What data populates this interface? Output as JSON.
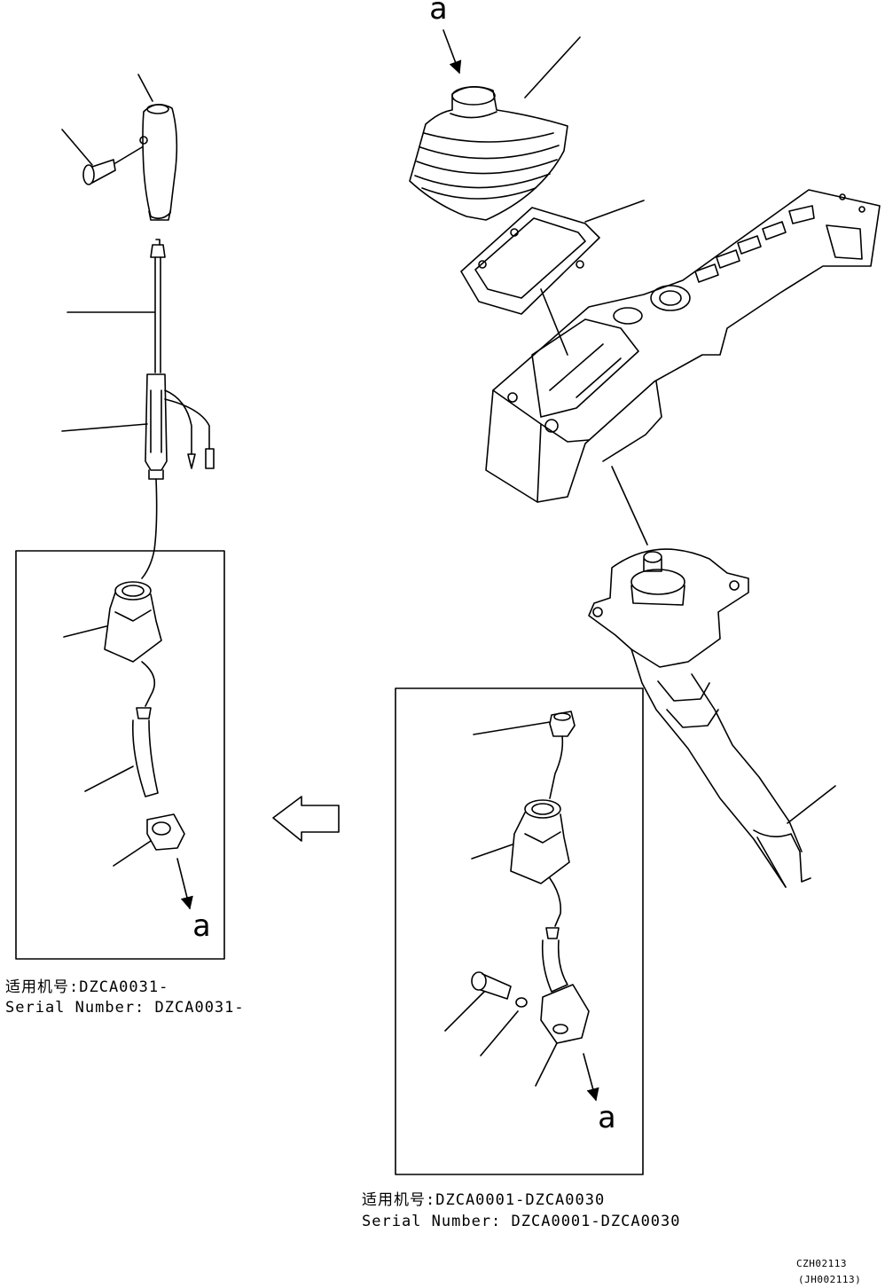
{
  "callouts": {
    "top": "a",
    "left_box": "a",
    "right_box": "a"
  },
  "left_box": {
    "serial_cn": "适用机号:DZCA0031-",
    "serial_en": "Serial Number: DZCA0031-"
  },
  "right_box": {
    "serial_cn": "适用机号:DZCA0001-DZCA0030",
    "serial_en": "Serial Number: DZCA0001-DZCA0030"
  },
  "drawing_codes": {
    "primary": "CZH02113",
    "secondary": "(JH002113)"
  },
  "icons": {
    "direction_arrow": "hollow-arrow-left-icon"
  }
}
